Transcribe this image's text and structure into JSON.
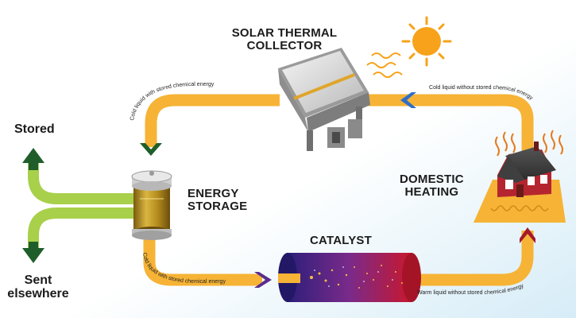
{
  "labels": {
    "solar_title": [
      "SOLAR THERMAL",
      "COLLECTOR"
    ],
    "energy_storage": [
      "ENERGY",
      "STORAGE"
    ],
    "domestic_heating": [
      "DOMESTIC",
      "HEATING"
    ],
    "catalyst": "CATALYST",
    "stored": "Stored",
    "sent_elsewhere": [
      "Sent",
      "elsewhere"
    ]
  },
  "flow_labels": {
    "top_left": "Cold liquid with stored chemical energy",
    "top_right": "Cold liquid without stored chemical energy",
    "bottom_left": "Cold liquid with stored chemical energy",
    "bottom_right": "Warm liquid without stored chemical energy"
  },
  "colors": {
    "loop_orange": "#f6b335",
    "branch_green": "#a8d04a",
    "arrow_dark_green": "#1f5e2b",
    "arrow_blue": "#2f6ec8",
    "arrow_purple": "#5a2d8f",
    "arrow_red": "#a5182a",
    "house_red": "#b5252f",
    "sun_orange": "#f7a21a"
  }
}
